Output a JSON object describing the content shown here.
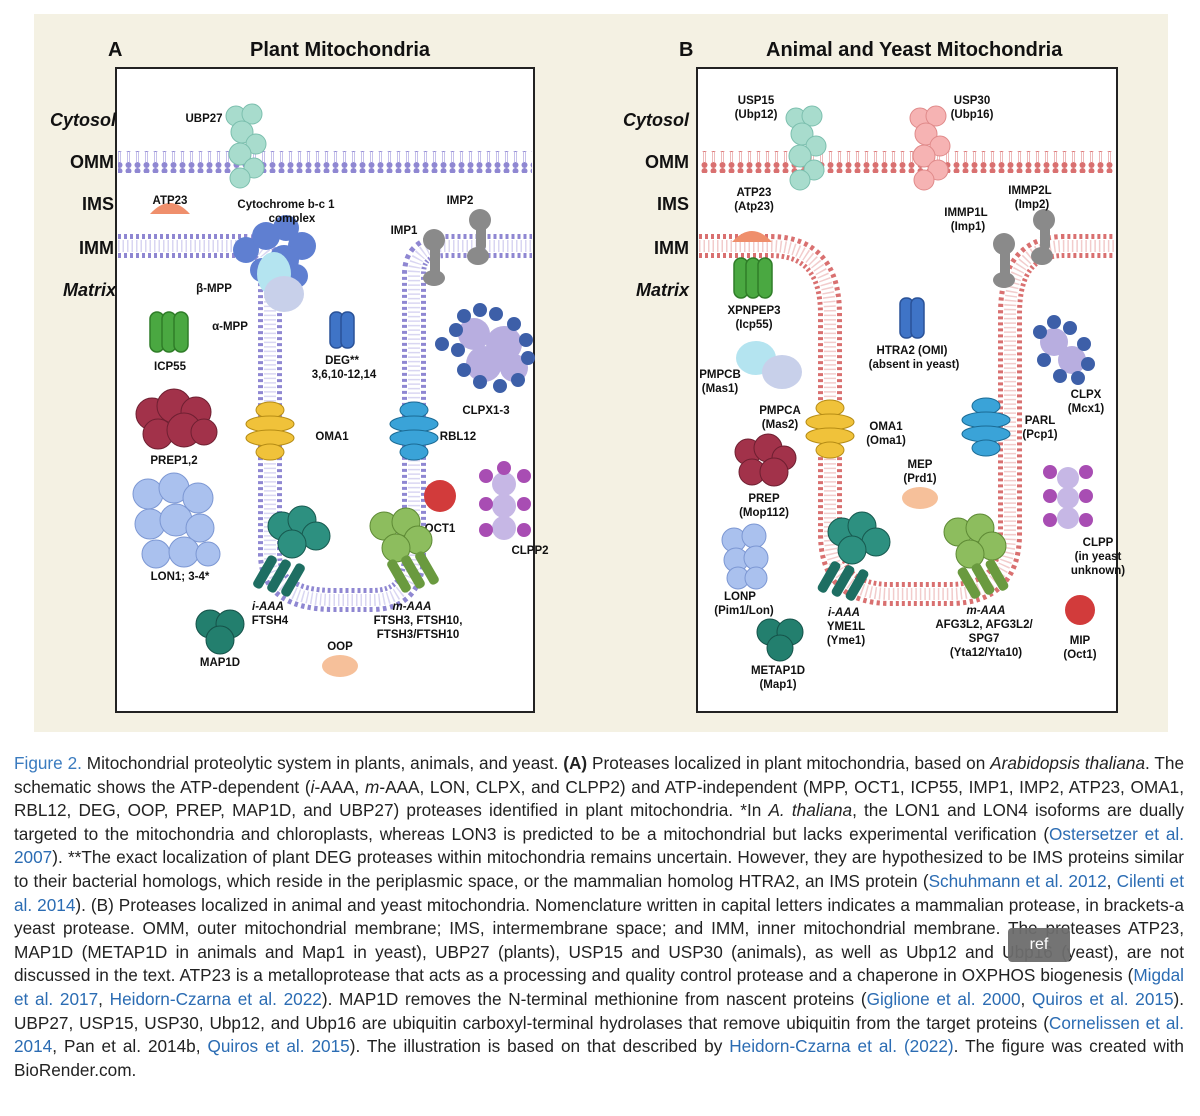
{
  "panelA": {
    "letter": "A",
    "title": "Plant Mitochondria",
    "labels": {
      "ubp27": "UBP27",
      "atp23": "ATP23",
      "cytb": "Cytochrome b-c 1",
      "cytb_complex": "complex",
      "imp2": "IMP2",
      "imp1": "IMP1",
      "bmpp": "β-MPP",
      "ampp": "α-MPP",
      "icp55": "ICP55",
      "deg1": "DEG**",
      "deg2": "3,6,10-12,14",
      "clpx": "CLPX1-3",
      "prep": "PREP1,2",
      "oma1": "OMA1",
      "rbl12": "RBL12",
      "oct1": "OCT1",
      "clpp2": "CLPP2",
      "lon": "LON1; 3-4*",
      "iaaa1": "i-AAA",
      "iaaa2": "FTSH4",
      "maaa1": "m-AAA",
      "maaa2": "FTSH3, FTSH10,",
      "maaa3": "FTSH3/FTSH10",
      "map1d": "MAP1D",
      "oop": "OOP"
    }
  },
  "panelB": {
    "letter": "B",
    "title": "Animal and Yeast Mitochondria",
    "labels": {
      "usp15a": "USP15",
      "usp15b": "(Ubp12)",
      "usp30a": "USP30",
      "usp30b": "(Ubp16)",
      "atp23a": "ATP23",
      "atp23b": "(Atp23)",
      "immp2la": "IMMP2L",
      "immp2lb": "(Imp2)",
      "immp1la": "IMMP1L",
      "immp1lb": "(Imp1)",
      "xpnpa": "XPNPEP3",
      "xpnpb": "(Icp55)",
      "htra2a": "HTRA2 (OMI)",
      "htra2b": "(absent in yeast)",
      "pmpcba": "PMPCB",
      "pmpcbb": "(Mas1)",
      "pmpcaa": "PMPCA",
      "pmpcab": "(Mas2)",
      "clpxa": "CLPX",
      "clpxb": "(Mcx1)",
      "oma1a": "OMA1",
      "oma1b": "(Oma1)",
      "parla": "PARL",
      "parlb": "(Pcp1)",
      "prepa": "PREP",
      "prepb": "(Mop112)",
      "mepa": "MEP",
      "mepb": "(Prd1)",
      "clppa": "CLPP",
      "clppb": "(in yeast",
      "clppc": "unknown)",
      "lonpa": "LONP",
      "lonpb": "(Pim1/Lon)",
      "iaaa1": "i-AAA",
      "iaaa2": "YME1L",
      "iaaa3": "(Yme1)",
      "maaa1": "m-AAA",
      "maaa2": "AFG3L2, AFG3L2/",
      "maaa3": "SPG7",
      "maaa4": "(Yta12/Yta10)",
      "mipa": "MIP",
      "mipb": "(Oct1)",
      "metapa": "METAP1D",
      "metapb": "(Map1)"
    }
  },
  "compartments": {
    "cytosol": "Cytosol",
    "omm": "OMM",
    "ims": "IMS",
    "imm": "IMM",
    "matrix": "Matrix"
  },
  "colors": {
    "plant_membrane": "#9a93d6",
    "animal_membrane": "#e08a8a",
    "caption_label": "#3a7bbf",
    "link": "#2b6cb3",
    "figure_background": "#f4f1e3"
  },
  "caption": {
    "fig_label": "Figure 2.",
    "s1": " Mitochondrial proteolytic system in plants, animals, and yeast. ",
    "A": "(A)",
    "s2": " Proteases localized in plant mitochondria, based on ",
    "arab": "Arabidopsis thaliana",
    "s3": ". The schematic shows the ATP-dependent (",
    "iaaa": "i",
    "s3b": "-AAA, ",
    "maaa": "m",
    "s3c": "-AAA, LON, CLPX, and CLPP2) and ATP-independent (MPP, OCT1, ICP55, IMP1, IMP2, ATP23, OMA1, RBL12, DEG, OOP, PREP, MAP1D, and UBP27) proteases identified in plant mitochondria. *In ",
    "ath": "A. thaliana",
    "s4": ", the LON1 and LON4 isoforms are dually targeted to the mitochondria and chloroplasts, whereas LON3 is predicted to be a mitochondrial but lacks experimental verification (",
    "ref1": "Ostersetzer et al. 2007",
    "s5": "). **The exact localization of plant DEG proteases within mitochondria remains uncertain. However, they are hypothesized to be IMS proteins similar to their bacterial homologs, which reside in the periplasmic space, or the mammalian homolog HTRA2, an IMS protein (",
    "ref2": "Schuhmann et al. 2012",
    "sep1": ", ",
    "ref3": "Cilenti et al. 2014",
    "s6": "). (B) Proteases localized in animal and yeast mitochondria. Nomenclature written in capital letters indicates a mammalian protease, in brackets-a yeast protease. OMM, outer mitochondrial membrane; IMS, intermembrane space; and IMM, inner mitochondrial membrane. The proteases ATP23, MAP1D (METAP1D in animals and Map1 in yeast), UBP27 (plants), USP15 and USP30 (animals), as well as Ubp12 and Ubp16 (yeast), are not discussed in the text. ATP23 is a metalloprotease that acts as a processing and quality control protease and a chaperone in OXPHOS biogenesis (",
    "ref4": "Migdal et al. 2017",
    "sep2": ", ",
    "ref5": "Heidorn-Czarna et al. 2022",
    "s7": "). MAP1D removes the N-terminal methionine from nascent proteins (",
    "ref6": "Giglione et al. 2000",
    "sep3": ", ",
    "ref7": "Quiros et al. 2015",
    "s8": "). UBP27, USP15, USP30, Ubp12, and Ubp16 are ubiquitin carboxyl-terminal hydrolases that remove ubiquitin from the target proteins (",
    "ref8": "Cornelissen et al. 2014",
    "s9": ", Pan et al. 2014b, ",
    "ref9": "Quiros et al. 2015",
    "s10": "). The illustration is based on that described by ",
    "ref10": "Heidorn-Czarna et al. (2022)",
    "s11": ". The figure was created with BioRender.com."
  },
  "tooltip": "ref"
}
